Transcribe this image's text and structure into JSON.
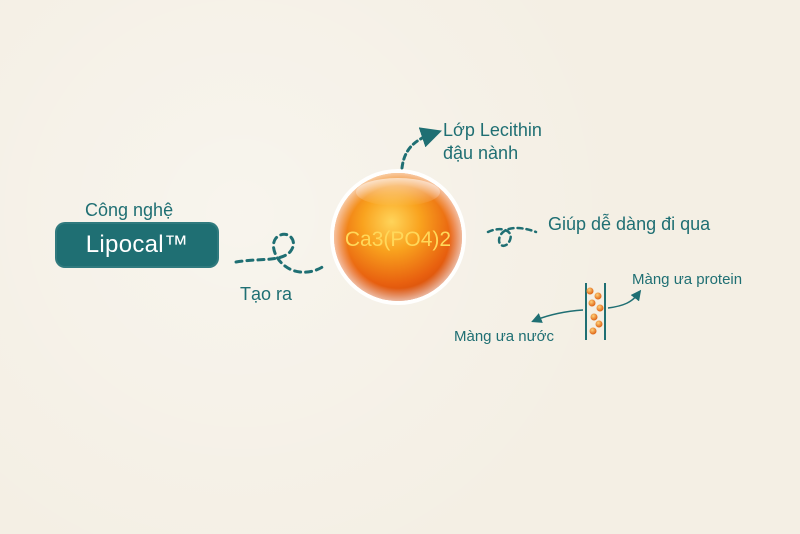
{
  "labels": {
    "technology": "Công nghệ",
    "brand": "Lipocal™",
    "creates": "Tạo ra",
    "sphere_formula": "Ca3(PO4)2",
    "lecithin_line1": "Lớp Lecithin",
    "lecithin_line2": "đậu nành",
    "easy_pass": "Giúp dễ dàng đi qua",
    "protein_membrane": "Màng ưa protein",
    "water_membrane": "Màng ưa nước"
  },
  "colors": {
    "teal": "#1f6f73",
    "background": "#f4efe4",
    "sphere_core": "#e8600f",
    "sphere_highlight": "#ffcf4a",
    "formula_text": "#ffd85a"
  },
  "icons": {
    "dashed_arrow": "dashed-curved-arrow-icon",
    "membrane": "membrane-channel-icon"
  }
}
